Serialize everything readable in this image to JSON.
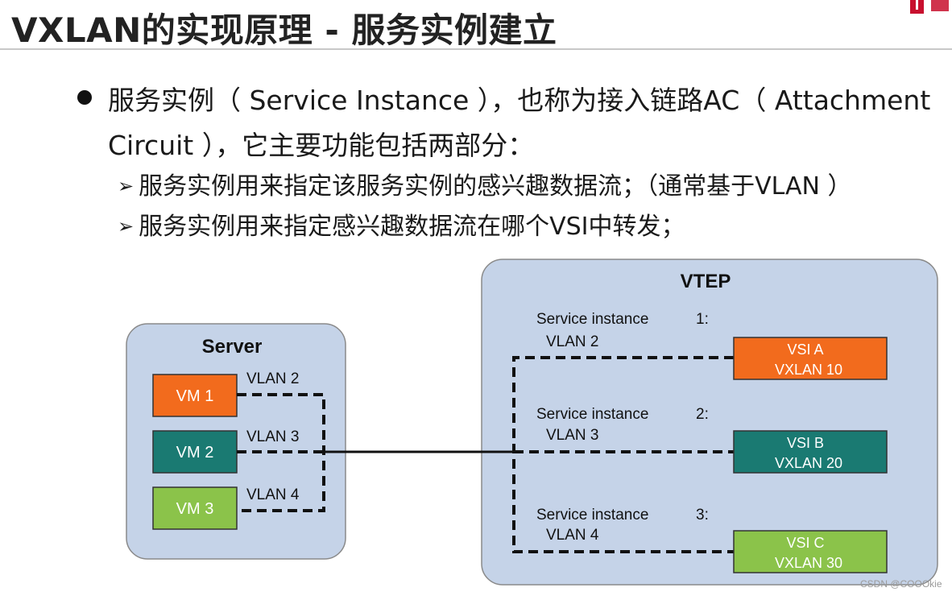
{
  "title": "VXLAN的实现原理 - 服务实例建立",
  "bullet": {
    "line1": "服务实例（ Service Instance ），也称为接入链路AC（ Attachment",
    "line2": "Circuit ），它主要功能包括两部分："
  },
  "sub_items": [
    "服务实例用来指定该服务实例的感兴趣数据流；（通常基于VLAN ）",
    "服务实例用来指定感兴趣数据流在哪个VSI中转发；"
  ],
  "diagram": {
    "server_label": "Server",
    "vtep_label": "VTEP",
    "vms": [
      {
        "name": "VM 1",
        "vlan": "VLAN 2",
        "color": "#f26b1d"
      },
      {
        "name": "VM 2",
        "vlan": "VLAN 3",
        "color": "#1a7a72"
      },
      {
        "name": "VM 3",
        "vlan": "VLAN 4",
        "color": "#8bc34a"
      }
    ],
    "service_instances": [
      {
        "label": "Service instance",
        "num": "1:",
        "vlan": "VLAN 2"
      },
      {
        "label": "Service instance",
        "num": "2:",
        "vlan": "VLAN 3"
      },
      {
        "label": "Service instance",
        "num": "3:",
        "vlan": "VLAN 4"
      }
    ],
    "vsis": [
      {
        "name": "VSI A",
        "vxlan": "VXLAN 10",
        "color": "#f26b1d"
      },
      {
        "name": "VSI B",
        "vxlan": "VXLAN 20",
        "color": "#1a7a72"
      },
      {
        "name": "VSI C",
        "vxlan": "VXLAN 30",
        "color": "#8bc34a"
      }
    ],
    "panel_fill": "#c5d3e8",
    "panel_stroke": "#8a8a8a"
  },
  "watermark": "CSDN @COOOkie"
}
